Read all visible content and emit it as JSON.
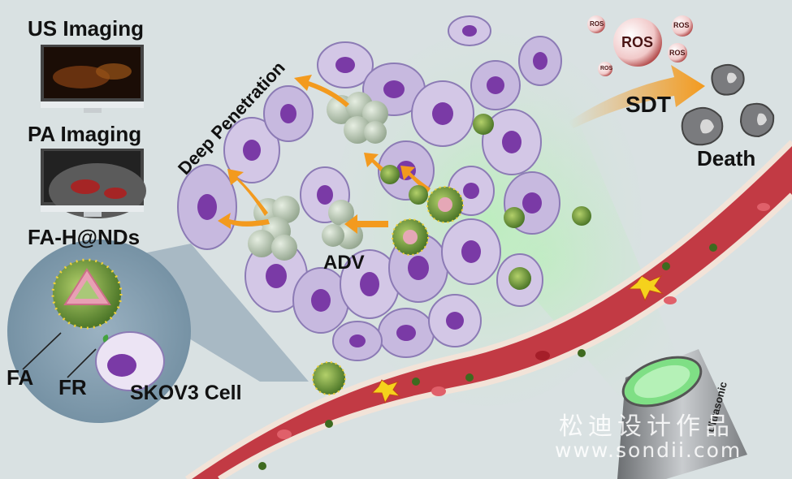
{
  "labels": {
    "us_imaging": "US Imaging",
    "pa_imaging": "PA Imaging",
    "fa_hands": "FA-H@NDs",
    "fa": "FA",
    "fr": "FR",
    "skov3_cell": "SKOV3 Cell",
    "deep_penetration": "Deep Penetration",
    "adv": "ADV",
    "ros_main": "ROS",
    "ros_small": "ROS",
    "sdt": "SDT",
    "death": "Death",
    "ultrasonic": "Ultrasonic"
  },
  "watermark": {
    "line1": "松迪设计作品",
    "line2": "www.sondii.com"
  },
  "colors": {
    "background": "#d9e1e2",
    "vessel": "#c23a44",
    "cell_outer": "#c3b4dc",
    "cell_nucleus": "#7a3aa6",
    "arrow": "#f39a1e",
    "bubble": "#aab9a5",
    "nanoparticle": "#5f8a2c",
    "beam": "#9fe6a8"
  }
}
